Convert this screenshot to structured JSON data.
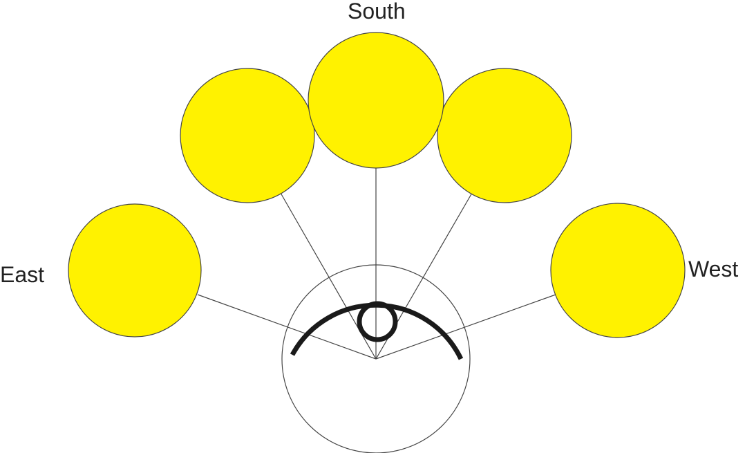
{
  "labels": {
    "south": "South",
    "east": "East",
    "west": "West"
  },
  "colors": {
    "sun_fill": "#fff200",
    "sun_stroke": "#444444",
    "line": "#444444",
    "symbol": "#1a1a1a",
    "text": "#222222"
  },
  "sun_positions": [
    "east",
    "southeast",
    "south",
    "southwest",
    "west"
  ],
  "icons": [
    "sun-icon",
    "observer-eye-icon"
  ]
}
